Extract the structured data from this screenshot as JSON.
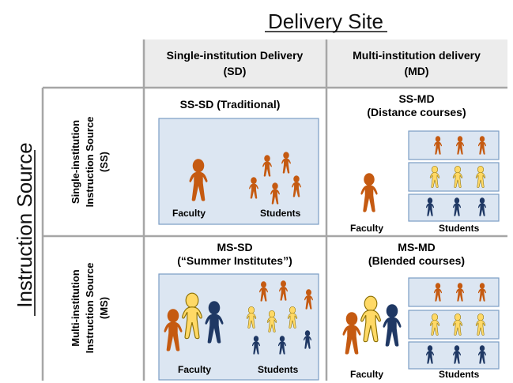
{
  "title_top": "Delivery Site",
  "title_left": "Instruction Source",
  "columns": [
    {
      "line1": "Single-institution Delivery",
      "line2": "(SD)"
    },
    {
      "line1": "Multi-institution delivery",
      "line2": "(MD)"
    }
  ],
  "rows": [
    {
      "line1": "Single-institution",
      "line2": "Instruction Source",
      "line3": "(SS)"
    },
    {
      "line1": "Multi-institution",
      "line2": "Instruction Source",
      "line3": "(MS)"
    }
  ],
  "cells": {
    "ss_sd": {
      "title1": "SS-SD (Traditional)",
      "faculty": "Faculty",
      "students": "Students"
    },
    "ss_md": {
      "title1": "SS-MD",
      "title2": "(Distance courses)",
      "faculty": "Faculty",
      "students": "Students"
    },
    "ms_sd": {
      "title1": "MS-SD",
      "title2": "(“Summer Institutes”)",
      "faculty": "Faculty",
      "students": "Students"
    },
    "ms_md": {
      "title1": "MS-MD",
      "title2": "(Blended courses)",
      "faculty": "Faculty",
      "students": "Students"
    }
  },
  "colors": {
    "header_fill": "#ececec",
    "box_fill": "#dce6f2",
    "box_stroke": "#7a9cc4",
    "orange": "#c55a11",
    "yellow": "#ffd966",
    "navy": "#1f3864",
    "grid_line": "#a6a6a6"
  },
  "icons": [
    "person-orange-icon",
    "person-yellow-icon",
    "person-navy-icon"
  ]
}
